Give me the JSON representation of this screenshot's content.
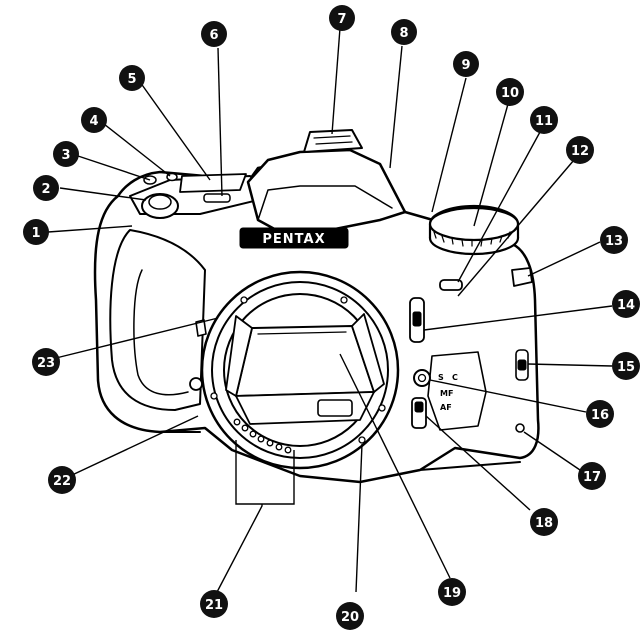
{
  "diagram": {
    "brand_label": "PENTAX",
    "mode_labels": [
      "S",
      "C",
      "MF",
      "AF"
    ],
    "callouts": [
      "1",
      "2",
      "3",
      "4",
      "5",
      "6",
      "7",
      "8",
      "9",
      "10",
      "11",
      "12",
      "13",
      "14",
      "15",
      "16",
      "17",
      "18",
      "19",
      "20",
      "21",
      "22",
      "23"
    ],
    "colors": {
      "ink": "#000000",
      "paper": "#ffffff",
      "callout_fill": "#111111"
    }
  }
}
